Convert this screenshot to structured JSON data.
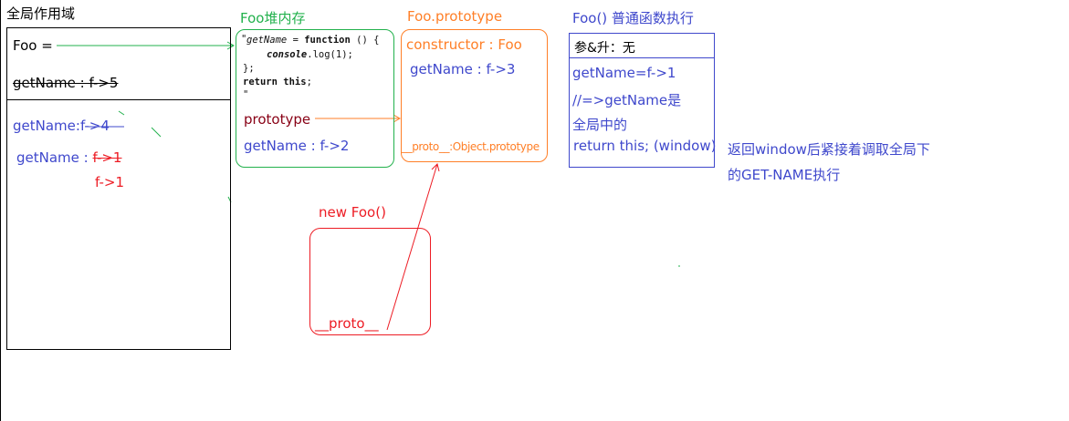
{
  "colors": {
    "black": "#000000",
    "green": "#22b14c",
    "orange": "#ff7f27",
    "blue": "#3f48cc",
    "red": "#ed1c24",
    "darkred": "#880015"
  },
  "global_scope": {
    "title": "全局作用域",
    "foo_label": "Foo =",
    "getname_5": "getName : f->5",
    "getname_4": "getName:f->4",
    "getname_1_prefix": "getName : ",
    "getname_1_struck": "f->1",
    "getname_1_new": "f->1"
  },
  "foo_heap": {
    "title": "Foo堆内存",
    "code_line1_a": "getName",
    "code_line1_b": " = ",
    "code_line1_c": "function",
    "code_line1_d": " () {",
    "code_line2_a": "console",
    "code_line2_b": ".log(1);",
    "code_line3": "};",
    "code_line4_a": "return",
    "code_line4_b": " ",
    "code_line4_c": "this",
    "code_line4_d": ";",
    "code_quote": "\"",
    "code_quote2": "\"",
    "prototype_label": "prototype",
    "getname_2": "getName : f->2"
  },
  "foo_prototype": {
    "title": "Foo.prototype",
    "constructor_label": "constructor : Foo",
    "getname_3": "getName : f->3",
    "proto_label": "__proto__:Object.prototype"
  },
  "new_foo": {
    "title": "new Foo()",
    "proto_label": "__proto__"
  },
  "foo_exec": {
    "title": "Foo() 普通函数执行",
    "params": "参&升：无",
    "line1": "getName=f->1",
    "line2": "//=>getName是",
    "line3": "全局中的",
    "line4": "return this; (window)"
  },
  "note": {
    "line1": "返回window后紧接着调取全局下",
    "line2": "的GET-NAME执行"
  }
}
